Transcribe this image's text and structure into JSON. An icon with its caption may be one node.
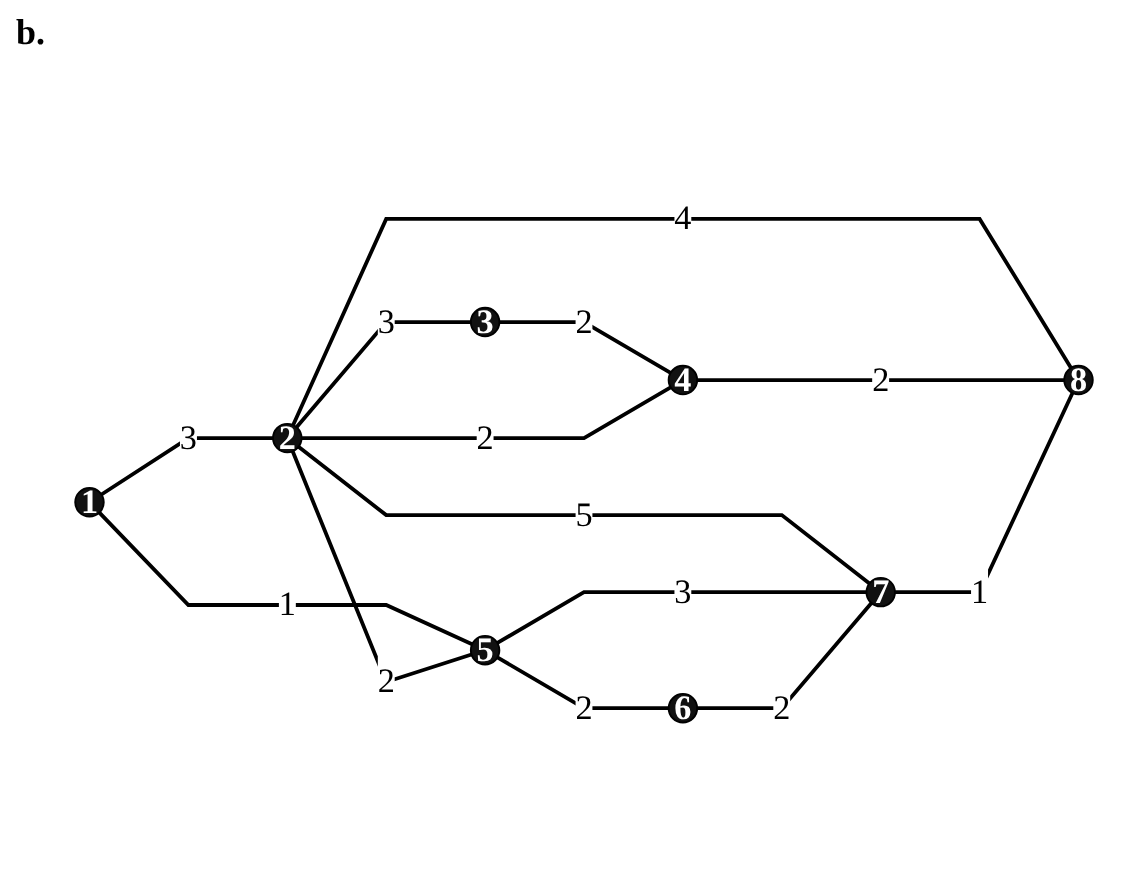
{
  "diagram": {
    "nodes": [
      {
        "text": [
          "1"
        ]
      },
      {
        "text": [
          "2"
        ]
      },
      {
        "text": [
          "3"
        ]
      },
      {
        "text": [
          "4"
        ]
      },
      {
        "text": [
          "5"
        ]
      },
      {
        "text": [
          "6"
        ]
      },
      {
        "text": [
          "7"
        ]
      },
      {
        "text": [
          "8"
        ]
      }
    ],
    "edges": [
      {
        "from": 0,
        "to": 1,
        "arrow": "none",
        "label": "3"
      },
      {
        "from": 0,
        "to": 4,
        "arrow": "none",
        "label": "1"
      },
      {
        "from": 1,
        "to": 2,
        "arrow": "none",
        "label": "3"
      },
      {
        "from": 2,
        "to": 3,
        "arrow": "none",
        "label": "2"
      },
      {
        "from": 1,
        "to": 3,
        "arrow": "none",
        "label": "2"
      },
      {
        "from": 1,
        "to": 4,
        "arrow": "none",
        "label": "2"
      },
      {
        "from": 1,
        "to": 6,
        "arrow": "none",
        "label": "5"
      },
      {
        "from": 1,
        "to": 7,
        "arrow": "none",
        "label": "4"
      },
      {
        "from": 3,
        "to": 7,
        "arrow": "none",
        "label": "2"
      },
      {
        "from": 4,
        "to": 6,
        "arrow": "none",
        "label": "3"
      },
      {
        "from": 6,
        "to": 7,
        "arrow": "none",
        "label": "1"
      },
      {
        "from": 4,
        "to": 5,
        "arrow": "none",
        "label": "2"
      },
      {
        "from": 5,
        "to": 6,
        "arrow": "none",
        "label": "2"
      }
    ],
    "labels": [
      "b."
    ]
  }
}
